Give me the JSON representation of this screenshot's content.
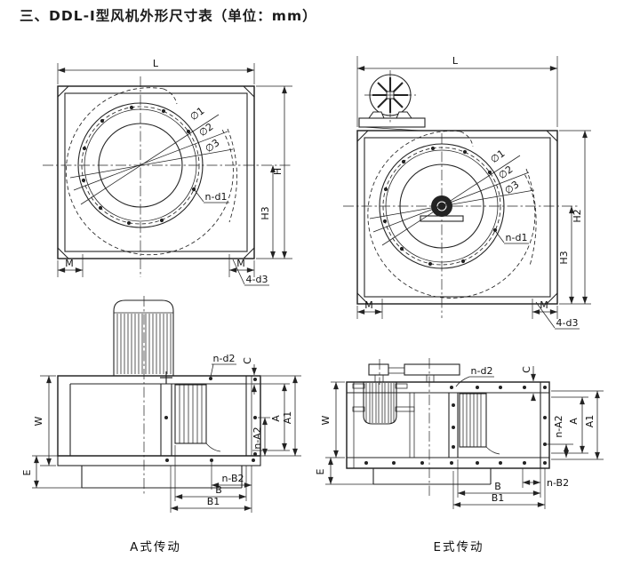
{
  "title": "三、DDL-I型风机外形尺寸表（单位：mm）",
  "colors": {
    "line": "#232323",
    "text": "#111111",
    "background": "#ffffff"
  },
  "views": {
    "front_basic": {
      "dims": {
        "L": "L",
        "H": "H",
        "H3": "H3",
        "M_left": "M",
        "M_right": "M",
        "corner_holes": "4-d3",
        "flange_holes": "n-d1",
        "dia1": "∅1",
        "dia2": "∅2",
        "dia3": "∅3"
      }
    },
    "front_motor": {
      "dims": {
        "L": "L",
        "H2": "H2",
        "H3": "H3",
        "M_left": "M",
        "M_right": "M",
        "corner_holes": "4-d3",
        "flange_holes": "n-d1",
        "dia1": "∅1",
        "dia2": "∅2",
        "dia3": "∅3"
      }
    },
    "side_a": {
      "caption": "A式传动",
      "dims": {
        "W": "W",
        "E": "E",
        "C": "C",
        "A": "A",
        "A1": "A1",
        "n_A2": "n-A2",
        "B": "B",
        "B1": "B1",
        "n_B2": "n-B2",
        "panel_holes": "n-d2"
      }
    },
    "side_e": {
      "caption": "E式传动",
      "dims": {
        "W": "W",
        "E": "E",
        "C": "C",
        "A": "A",
        "A1": "A1",
        "n_A2": "n-A2",
        "B": "B",
        "B1": "B1",
        "n_B2": "n-B2",
        "panel_holes": "n-d2"
      }
    }
  }
}
